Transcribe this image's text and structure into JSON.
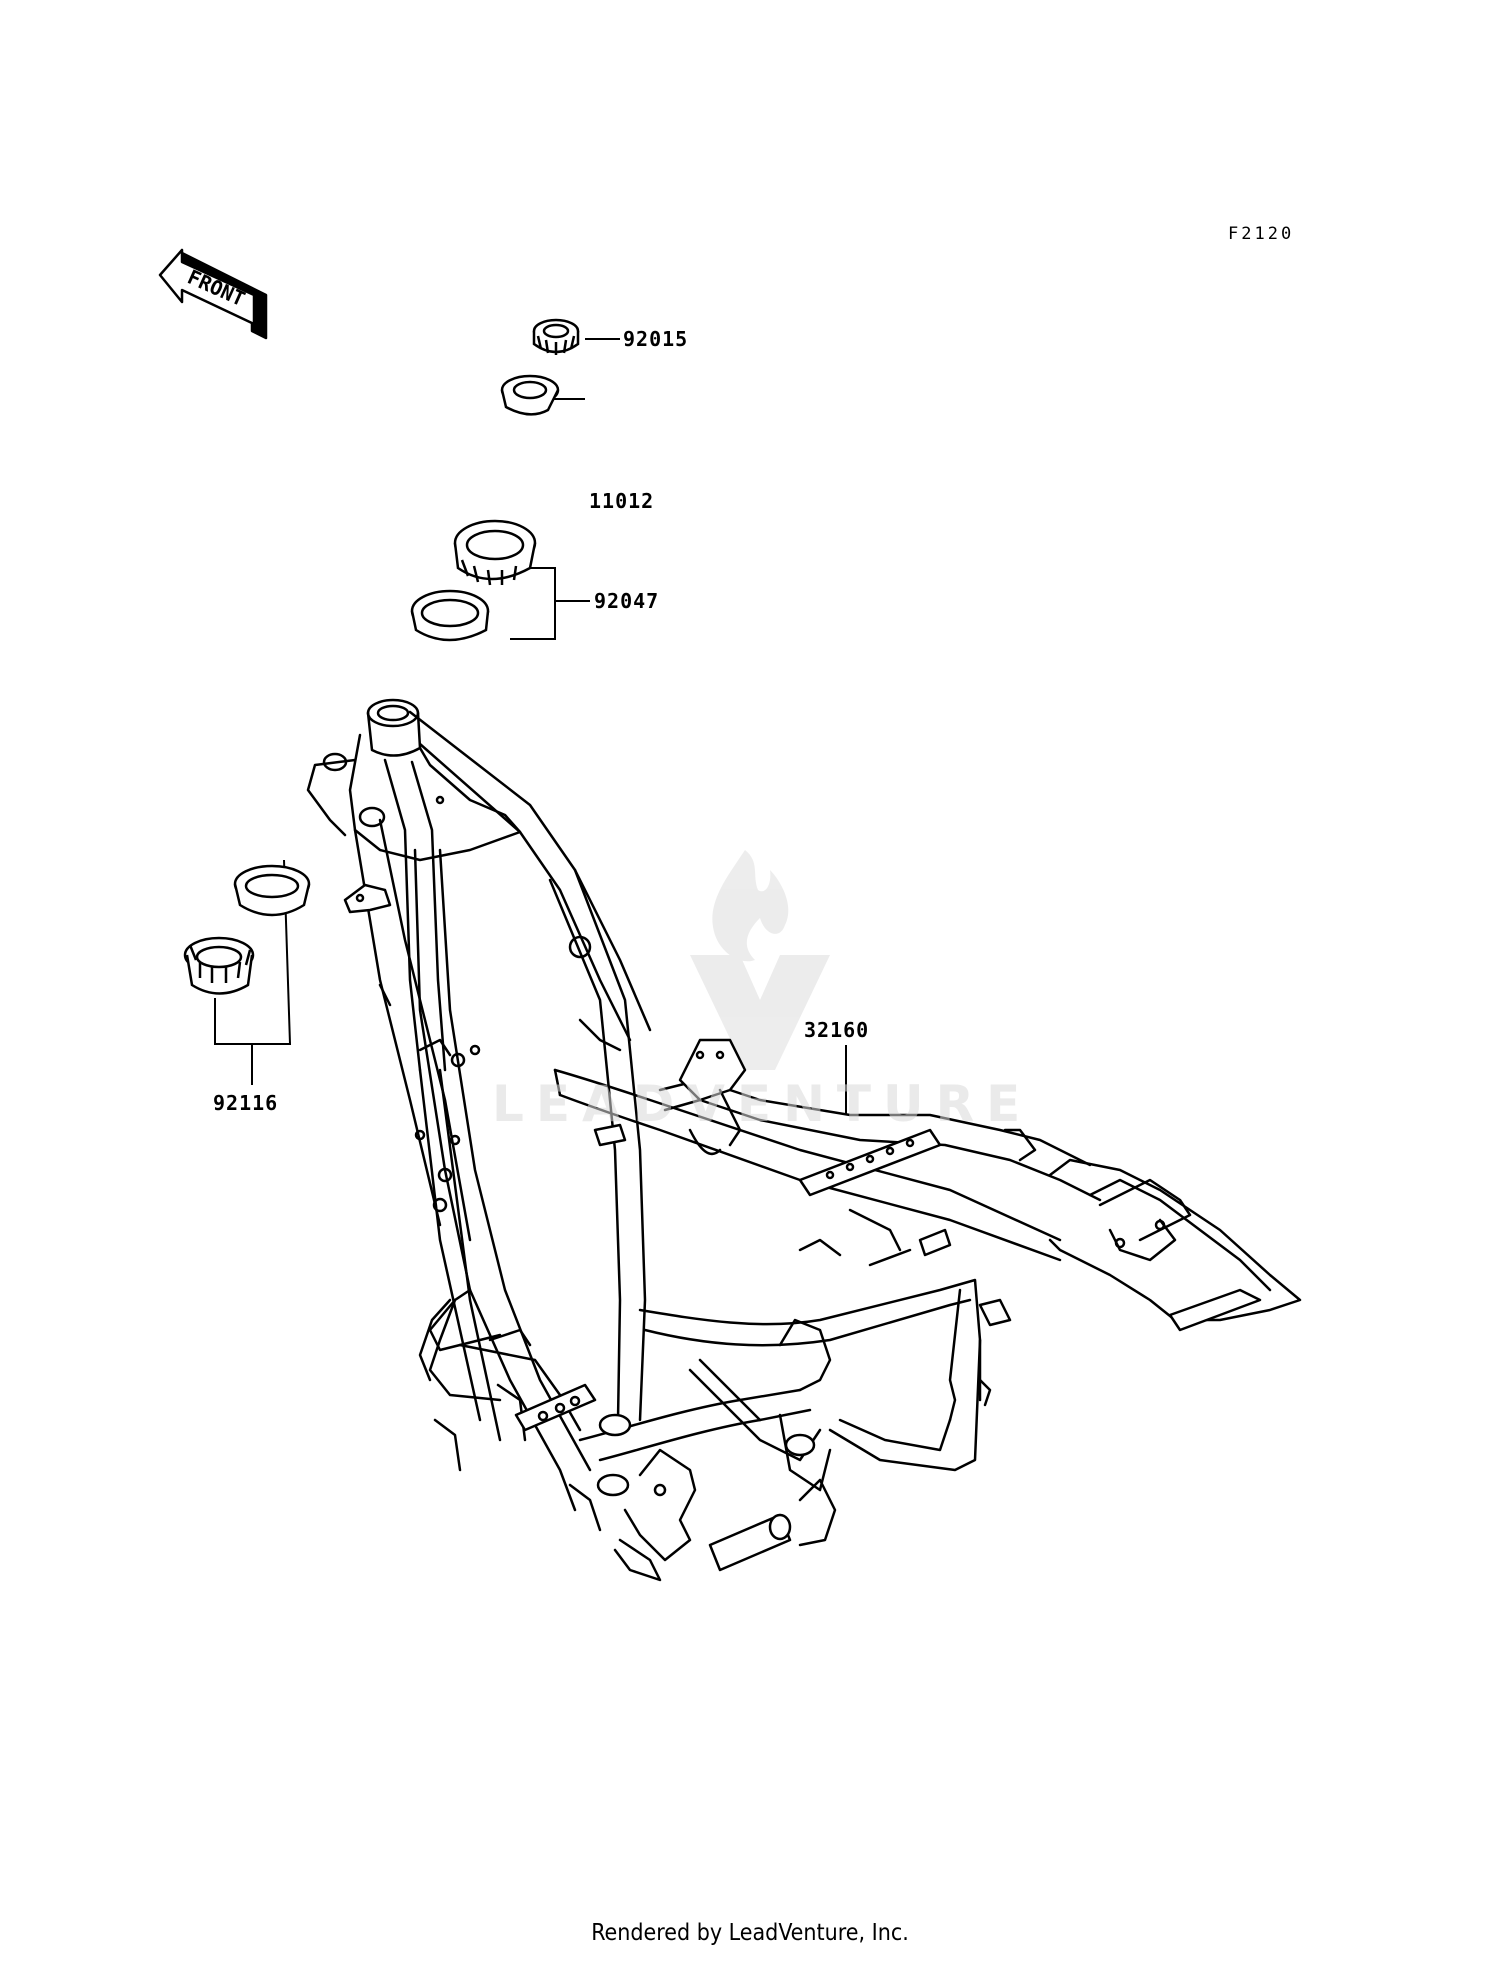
{
  "diagram_code": "F2120",
  "front_arrow_text": "FRONT",
  "part_numbers": {
    "p92015": "92015",
    "p11012": "11012",
    "p92047": "92047",
    "p92116": "92116",
    "p32160": "32160"
  },
  "watermark": {
    "text": "LEADVENTURE"
  },
  "footer": "Rendered by LeadVenture, Inc."
}
